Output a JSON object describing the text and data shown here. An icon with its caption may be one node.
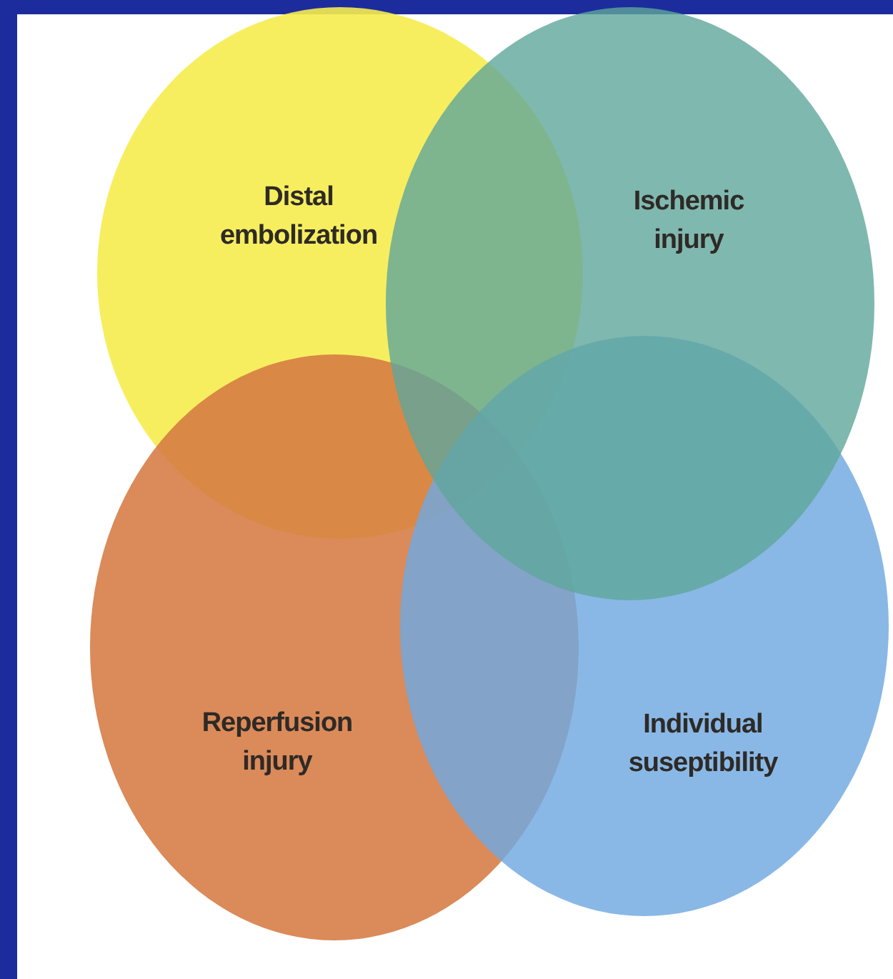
{
  "diagram": {
    "nodes": [
      {
        "text": [
          "Distal embolization"
        ]
      },
      {
        "text": [
          "Reperfusion injury"
        ]
      },
      {
        "text": [
          "Individual suseptibility"
        ]
      },
      {
        "text": [
          "Ischemic injury"
        ]
      }
    ]
  }
}
